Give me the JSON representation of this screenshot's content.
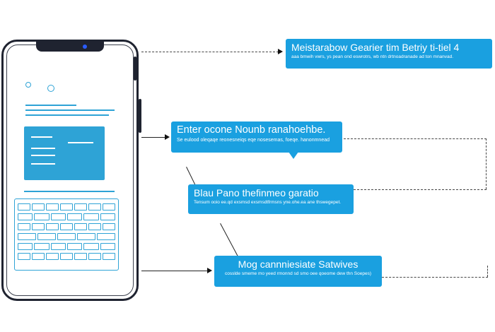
{
  "callouts": [
    {
      "title": "Meistarabow Gearier tim Betriy ti-tiel 4",
      "subtitle": "aaa bmwih vwrs, ys pean ond eswrotrs, wb ntn drtnoadranade ad ton mnanvad."
    },
    {
      "title": "Enter ocone Nounb ranahoehbe.",
      "subtitle": "Se eulood oleqaqe reonesneiqs eqe nosesemas, foeqe. hanonmnead"
    },
    {
      "title": "Blau Pano thefinmeo garatio",
      "subtitle": "Tensum ooio ee.qd exsmsd exsmsdtfrmsns yne.ohe.ea ane thswegepet."
    },
    {
      "title": "Mog cannniesiate Satwives",
      "subtitle": "cosslde smeme mo yeed rmonnd sd smo oee qoeome dew thn Soepes)"
    }
  ],
  "colors": {
    "accent": "#1aa0e0",
    "phone_frame": "#1f2330",
    "screen_accent": "#2ea3d6"
  }
}
